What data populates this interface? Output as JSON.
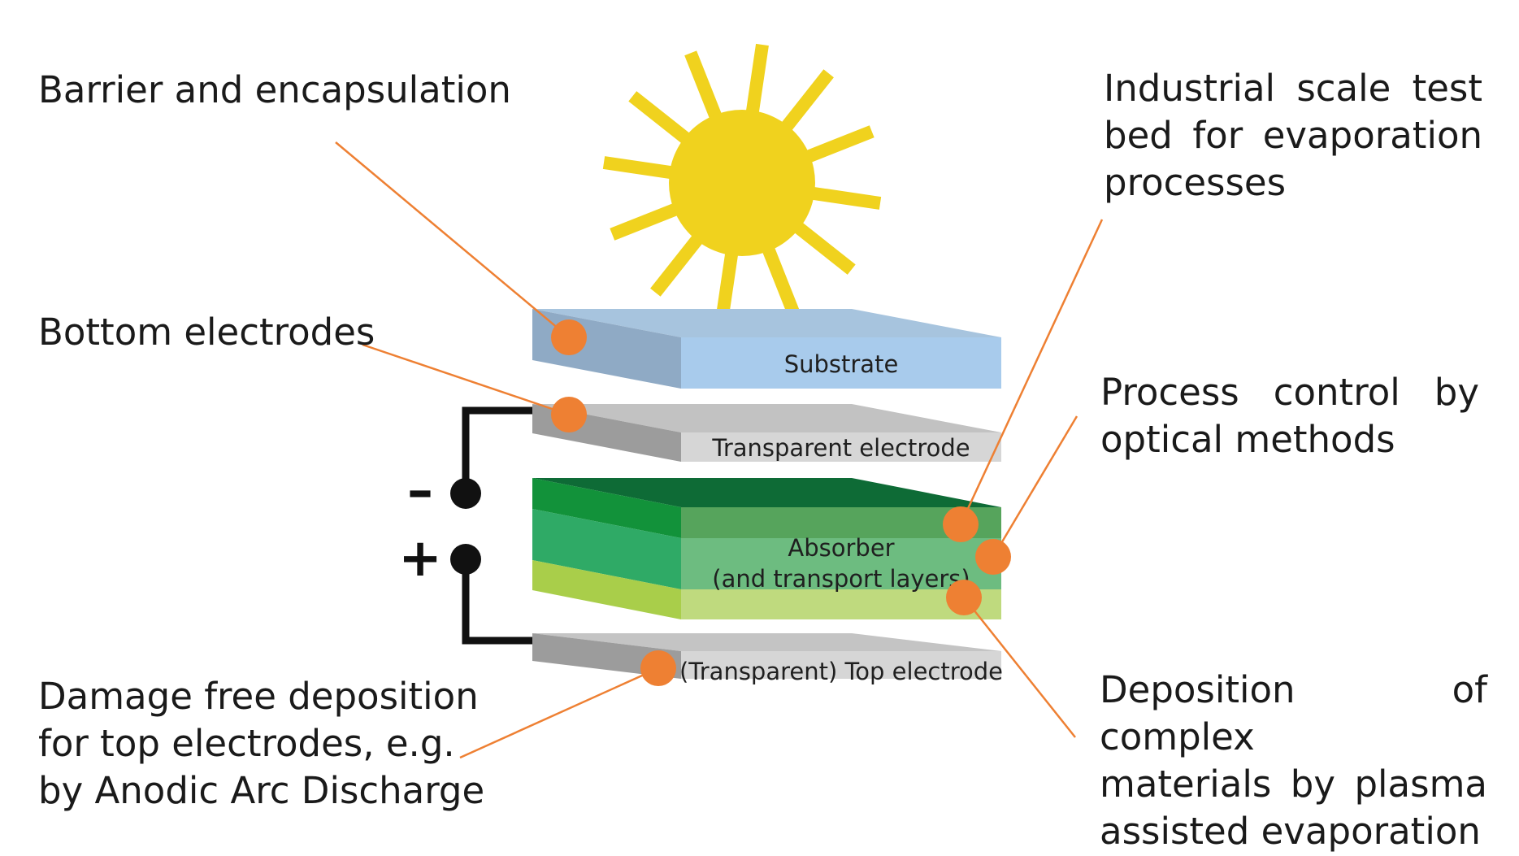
{
  "callouts": {
    "barrier": {
      "lines": [
        "Barrier and encapsulation"
      ]
    },
    "bottom_electrodes": {
      "lines": [
        "Bottom electrodes"
      ]
    },
    "damage_free": {
      "lines": [
        "Damage free deposition",
        "for top electrodes, e.g.",
        "by Anodic Arc Discharge"
      ]
    },
    "industrial": {
      "lines": [
        "Industrial scale test",
        "bed for evaporation",
        "processes"
      ]
    },
    "process_control": {
      "lines": [
        "Process control by",
        "optical methods"
      ]
    },
    "complex_materials": {
      "lines": [
        "Deposition of complex",
        "materials by plasma",
        "assisted evaporation"
      ]
    }
  },
  "layers": {
    "substrate": "Substrate",
    "transparent_electrode": "Transparent electrode",
    "absorber": "Absorber",
    "transport_layers": "(and transport layers)",
    "top_electrode": "(Transparent) Top electrode"
  },
  "terminals": {
    "minus": "–",
    "plus": "+"
  },
  "colors": {
    "sun": "#F0D21E",
    "callout_marker": "#EE8033",
    "substrate": "#A8CBEC",
    "electrode": "#D0D0D0",
    "absorber": "#5DAE6A",
    "transport": "#BDD97A",
    "wire": "#111111"
  }
}
